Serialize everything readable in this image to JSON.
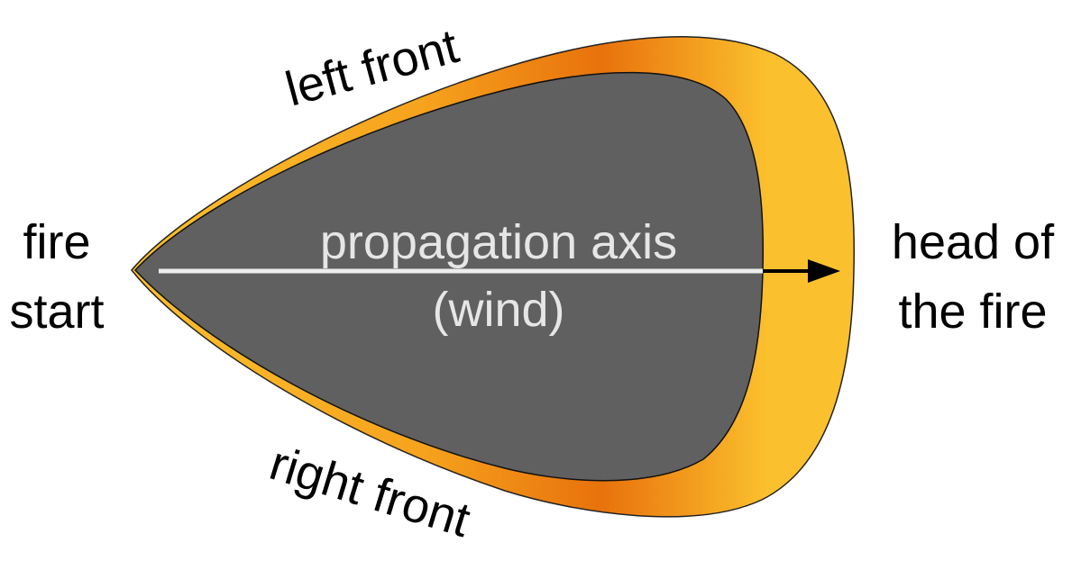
{
  "labels": {
    "fire_start_line1": "fire",
    "fire_start_line2": "start",
    "head_line1": "head of",
    "head_line2": "the fire",
    "left_front": "left front",
    "right_front": "right front",
    "axis_line1": "propagation axis",
    "axis_line2": "(wind)"
  },
  "colors": {
    "burned_area": "#606060",
    "flame_outer": "#fbc02d",
    "flame_mid": "#f6a31d",
    "flame_inner": "#e8720c",
    "axis_line": "#ededed",
    "text_dark": "#000000",
    "text_light": "#e6e6e6"
  }
}
